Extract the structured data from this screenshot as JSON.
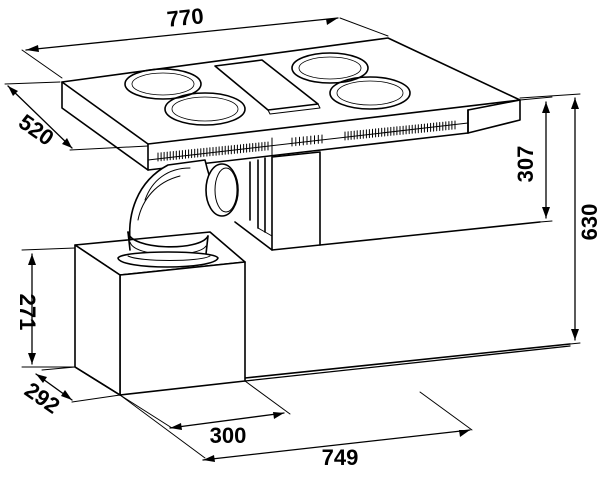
{
  "colors": {
    "line": "#000000",
    "background": "#ffffff"
  },
  "dimensions": {
    "hob_width": "770",
    "hob_depth": "520",
    "unit_height": "307",
    "total_height": "630",
    "box_height": "271",
    "box_depth": "292",
    "box_width": "300",
    "duct_length": "749"
  }
}
